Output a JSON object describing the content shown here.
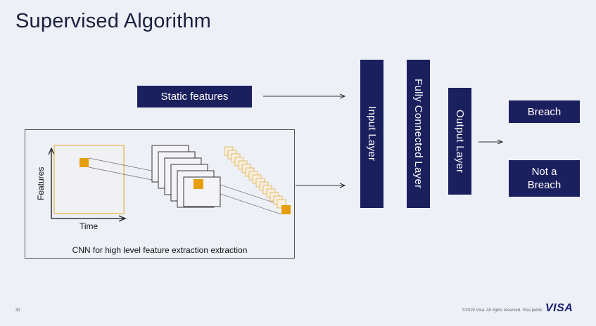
{
  "title": "Supervised Algorithm",
  "static_features": "Static features",
  "input_layer": "Input Layer",
  "fully_connected_layer": "Fully Connected Layer",
  "output_layer": "Output Layer",
  "breach": "Breach",
  "not_breach": "Not a Breach",
  "cnn": {
    "y_axis_label": "Features",
    "x_axis_label": "Time",
    "caption": "CNN for high level feature extraction extraction"
  },
  "footer": {
    "page_number": "31",
    "copyright": "©2019 Visa. All rights reserved. Visa public",
    "logo_text": "VISA"
  },
  "colors": {
    "navy": "#1a1f5e",
    "accent_orange": "#e8a317",
    "background": "#eef0f8"
  }
}
